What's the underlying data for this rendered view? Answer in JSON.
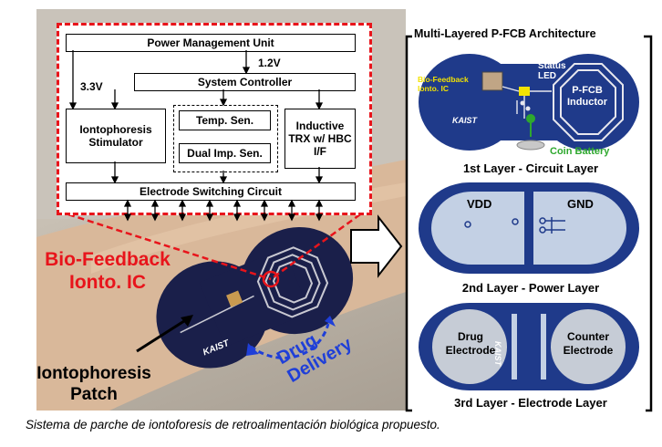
{
  "block_diagram": {
    "power_management": "Power Management Unit",
    "system_controller": "System Controller",
    "iontophoresis_stimulator": "Iontophoresis Stimulator",
    "temp_sensor": "Temp. Sen.",
    "dual_imp_sensor": "Dual Imp. Sen.",
    "inductive_trx": "Inductive TRX w/ HBC I/F",
    "electrode_switching": "Electrode Switching Circuit",
    "voltage_3v3": "3.3V",
    "voltage_1v2": "1.2V"
  },
  "photo_labels": {
    "bio_feedback_ic": "Bio-Feedback Ionto. IC",
    "iontophoresis_patch": "Iontophoresis Patch",
    "drug_delivery": "Drug Delivery",
    "patch_logo": "KAIST"
  },
  "architecture": {
    "title": "Multi-Layered P-FCB Architecture",
    "layer1": {
      "title": "1st Layer - Circuit Layer",
      "ic_label": "Bio-Feedback Ionto. IC",
      "status_led": "Status LED",
      "inductor": "P-FCB Inductor",
      "coin_battery": "Coin Battery",
      "logo": "KAIST"
    },
    "layer2": {
      "title": "2nd Layer - Power Layer",
      "vdd": "VDD",
      "gnd": "GND"
    },
    "layer3": {
      "title": "3rd Layer - Electrode Layer",
      "drug_electrode": "Drug Electrode",
      "counter_electrode": "Counter Electrode",
      "logo": "KAIST"
    }
  },
  "caption": "Sistema de parche de iontoforesis de retroalimentación biológica propuesto.",
  "colors": {
    "red_accent": "#e8141b",
    "blue_accent": "#1f3fd8",
    "patch_navy": "#1a1f4a",
    "layer_blue": "#1f3a8a",
    "green_label": "#2ea82e"
  }
}
